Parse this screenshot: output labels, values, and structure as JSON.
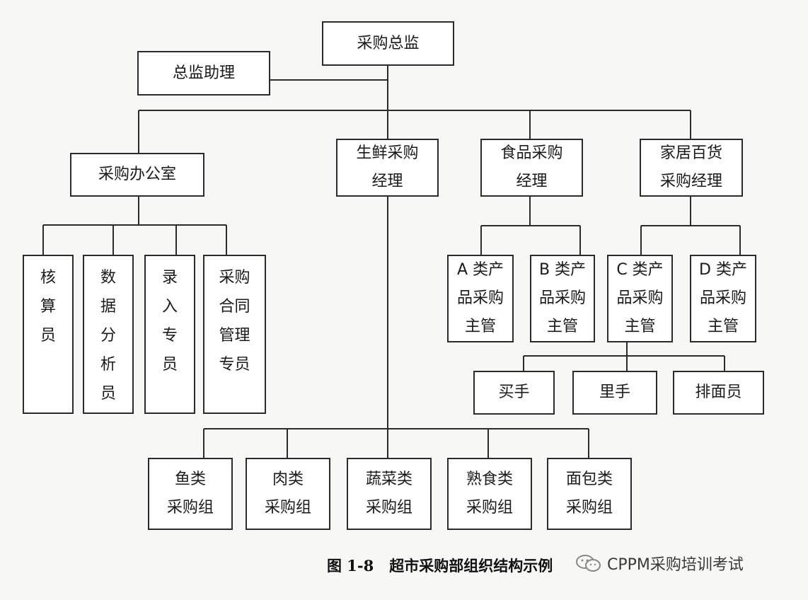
{
  "nodes": {
    "director": "采购总监",
    "assistant": "总监助理",
    "office": "采购办公室",
    "fresh_mgr": "生鲜采购\n经理",
    "food_mgr": "食品采购\n经理",
    "home_mgr": "家居百货\n采购经理",
    "accountant": "核\n算\n员",
    "data_analyst": "数\n据\n分\n析\n员",
    "entry_clerk": "录\n入\n专\n员",
    "contract_clerk": "采购\n合同\n管理\n专员",
    "cat_a": "A 类产\n品采购\n主管",
    "cat_b": "B 类产\n品采购\n主管",
    "cat_c": "C 类产\n品采购\n主管",
    "cat_d": "D 类产\n品采购\n主管",
    "buyer": "买手",
    "assistant_buyer": "里手",
    "merchandiser": "排面员",
    "fish": "鱼类\n采购组",
    "meat": "肉类\n采购组",
    "veg": "蔬菜类\n采购组",
    "deli": "熟食类\n采购组",
    "bread": "面包类\n采购组"
  },
  "caption": {
    "number": "图 1-8",
    "title": "超市采购部组织结构示例"
  },
  "watermark": {
    "text": "CPPM采购培训考试",
    "icon": "wechat-icon"
  },
  "colors": {
    "line": "#2b2b2b",
    "background": "#f7f7f5"
  }
}
